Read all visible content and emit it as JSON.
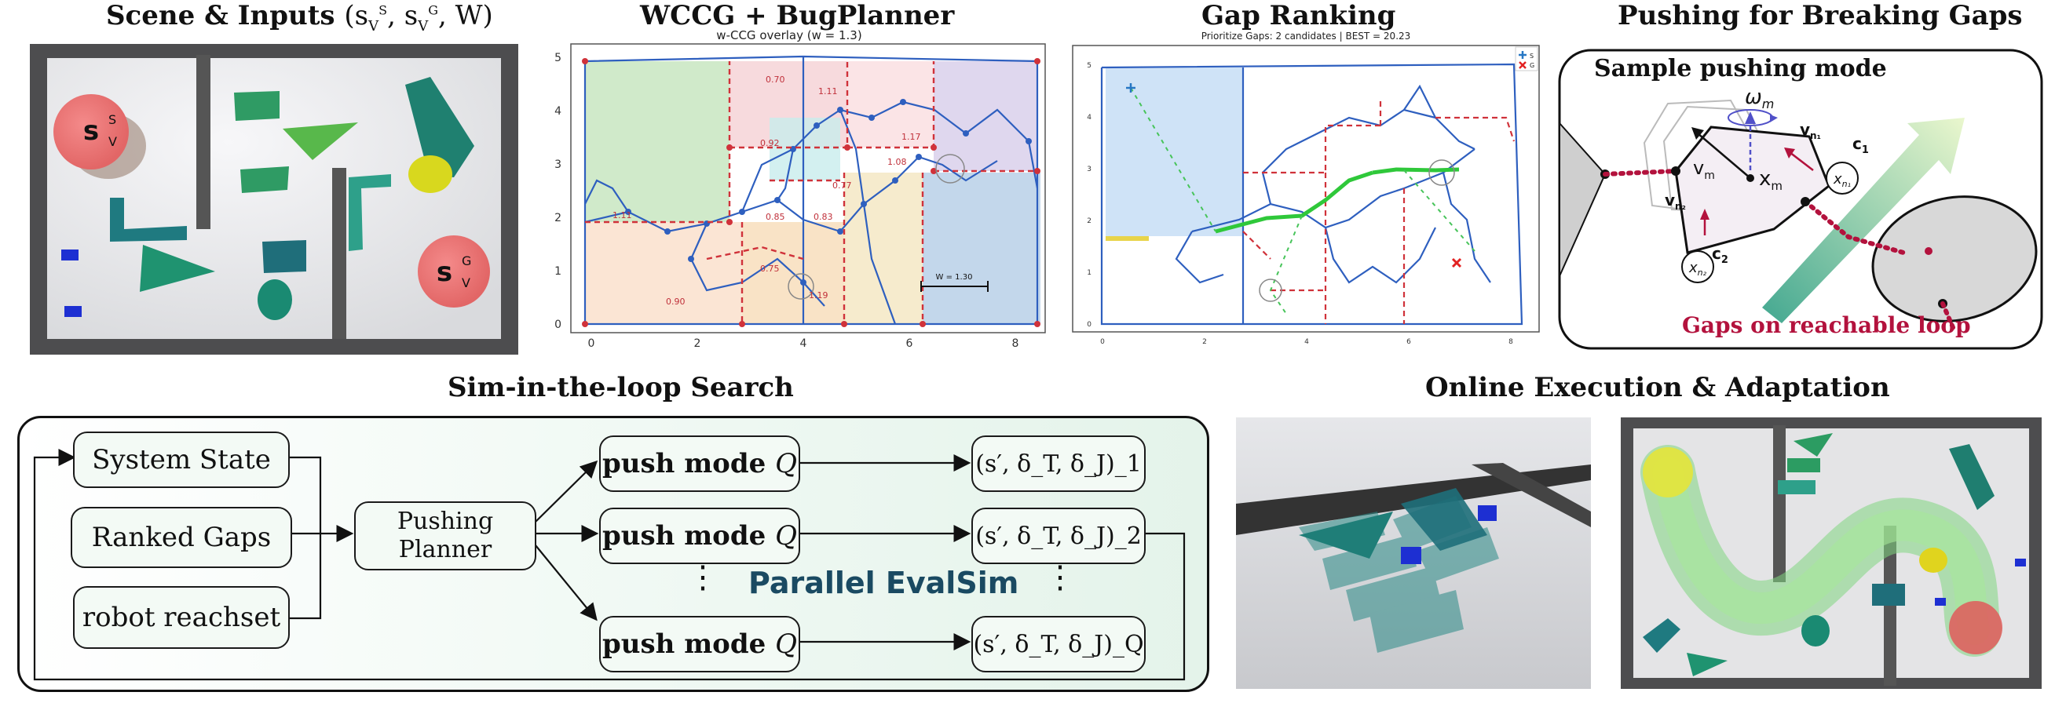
{
  "titles": {
    "scene": "Scene & Inputs (s_V^S, s_V^G, W)",
    "wccg": "WCCG + BugPlanner",
    "gap": "Gap Ranking",
    "pushing": "Pushing for Breaking Gaps",
    "sim": "Sim-in-the-loop Search",
    "online": "Online Execution & Adaptation"
  },
  "scene": {
    "start_label": "s_V^S",
    "goal_label": "s_V^G"
  },
  "wccg_plot": {
    "title": "w-CCG overlay (w = 1.3)",
    "x_ticks": [
      "0",
      "2",
      "4",
      "6",
      "8"
    ],
    "y_ticks": [
      "0",
      "1",
      "2",
      "3",
      "4",
      "5"
    ],
    "edge_weights": [
      "0.70",
      "1.11",
      "0.92",
      "1.17",
      "1.08",
      "0.77",
      "1.11",
      "0.85",
      "0.83",
      "0.75",
      "0.90",
      "1.19"
    ],
    "scale_label": "W = 1.30"
  },
  "gap_plot": {
    "title": "Prioritize Gaps: 2 candidates  |  BEST = 20.23",
    "legend_s": "S",
    "legend_g": "G",
    "x_ticks": [
      "0",
      "2",
      "4",
      "6",
      "8"
    ],
    "y_ticks": [
      "0",
      "1",
      "2",
      "3",
      "4",
      "5"
    ]
  },
  "push_diagram": {
    "title": "Sample pushing mode",
    "omega": "ω_m",
    "v_m": "v_m",
    "x_m": "x_m",
    "v_n1": "v_n1",
    "c1": "c_1",
    "x_n1": "x_n1",
    "v_n2": "v_n2",
    "c2": "c_2",
    "x_n2": "x_n2",
    "gaps_caption": "Gaps on reachable loop"
  },
  "flow": {
    "system_state": "System State",
    "ranked_gaps": "Ranked Gaps",
    "robot_reachset": "robot reachset",
    "planner": [
      "Pushing",
      "Planner"
    ],
    "push_mode": "push mode",
    "push_var": "Q",
    "results": [
      "(s′, δ_T, δ_J)_1",
      "(s′, δ_T, δ_J)_2",
      "(s′, δ_T, δ_J)_Q"
    ],
    "dots": "⋮",
    "parallel": "Parallel EvalSim"
  },
  "colors": {
    "accent_teal": "#1a5f6b",
    "crimson": "#b3123d",
    "node_fill": "#f3faf5",
    "panel_fill": "#eaf5ef"
  }
}
